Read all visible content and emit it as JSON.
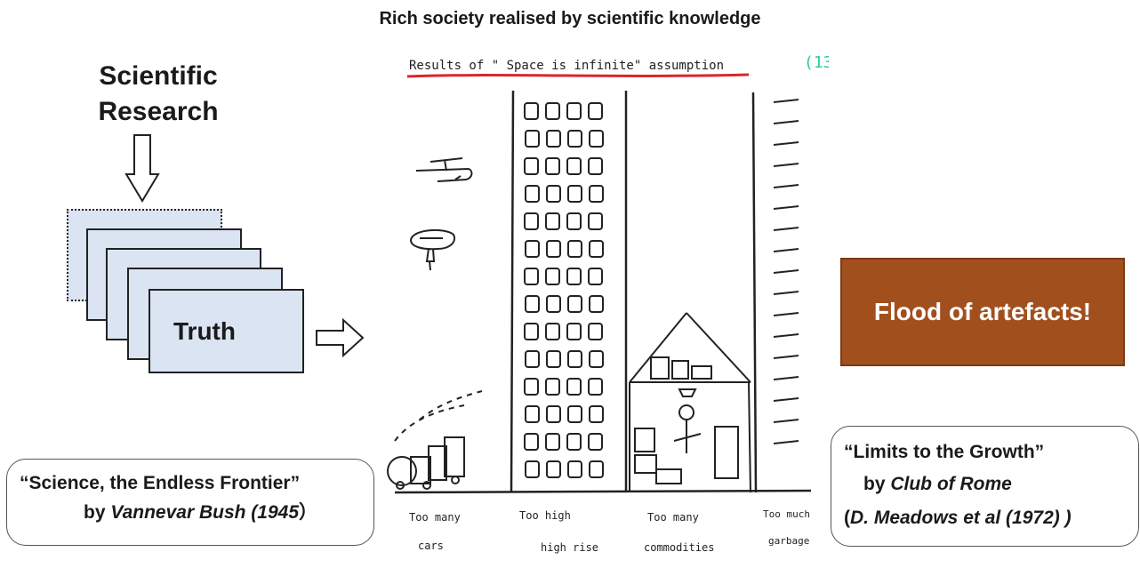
{
  "title": "Rich society realised by scientific knowledge",
  "research": {
    "line1": "Scientific",
    "line2": "Research"
  },
  "truth_label": "Truth",
  "sketch": {
    "heading": "Results of  \" Space is infinite\"  assumption",
    "corner_mark": "(13",
    "captions": [
      {
        "line1": "Too many",
        "line2": "cars"
      },
      {
        "line1": "Too high",
        "line2": "high rise"
      },
      {
        "line1": "Too many",
        "line2": "commodities"
      },
      {
        "line1": "Too much",
        "line2": "garbage"
      }
    ]
  },
  "flood": "Flood of artefacts!",
  "bush": {
    "title": "“Science, the Endless Frontier”",
    "by": "by ",
    "author": "Vannevar Bush (1945",
    "close": "）"
  },
  "rome": {
    "title": "“Limits to the Growth”",
    "by": "by ",
    "org": "Club of Rome",
    "open": "(",
    "authors": "D. Meadows et al (1972) )"
  },
  "colors": {
    "card_fill": "#dbe4f2",
    "flood_fill": "#a24f1e",
    "underline_red": "#d9262c",
    "corner_green": "#2ecc9a"
  }
}
